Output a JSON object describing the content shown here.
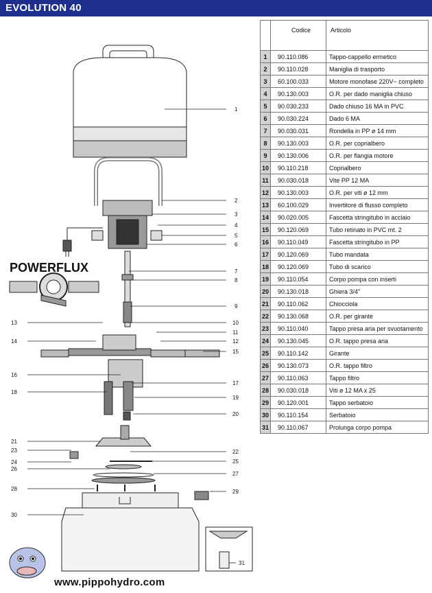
{
  "header": {
    "title": "EVOLUTION 40",
    "bg_color": "#1d2e8c"
  },
  "brand": {
    "logo_text": "POWERFLUX"
  },
  "footer": {
    "url": "www.pippohydro.com"
  },
  "table": {
    "col_code": "Codice",
    "col_article": "Articolo",
    "rows": [
      {
        "n": "1",
        "code": "90.110.086",
        "article": "Tappo-cappello ermetico"
      },
      {
        "n": "2",
        "code": "90.110.028",
        "article": "Maniglia di trasporto"
      },
      {
        "n": "3",
        "code": "60.100.033",
        "article": "Motore monofase 220V~ completo"
      },
      {
        "n": "4",
        "code": "90.130.003",
        "article": "O.R. per dado maniglia chiuso"
      },
      {
        "n": "5",
        "code": "90.030.233",
        "article": "Dado chiuso 16 MA in PVC"
      },
      {
        "n": "6",
        "code": "90.030.224",
        "article": "Dado 6 MA"
      },
      {
        "n": "7",
        "code": "90.030.031",
        "article": "Rondella in PP ø 14 mm"
      },
      {
        "n": "8",
        "code": "90.130.003",
        "article": "O.R. per coprialbero"
      },
      {
        "n": "9",
        "code": "90.130.006",
        "article": "O.R. per flangia motore"
      },
      {
        "n": "10",
        "code": "90.110.218",
        "article": "Coprialbero"
      },
      {
        "n": "11",
        "code": "90.030.018",
        "article": "Vite PP 12 MA"
      },
      {
        "n": "12",
        "code": "90.130.003",
        "article": "O.R. per viti ø 12 mm"
      },
      {
        "n": "13",
        "code": "60.100.029",
        "article": "Invertitore di flusso completo"
      },
      {
        "n": "14",
        "code": "90.020.005",
        "article": "Fascetta stringitubo in acciaio"
      },
      {
        "n": "15",
        "code": "90.120.069",
        "article": "Tubo retinato in PVC mt. 2"
      },
      {
        "n": "16",
        "code": "90.110.049",
        "article": "Fascetta stringitubo in PP"
      },
      {
        "n": "17",
        "code": "90.120.069",
        "article": "Tubo mandata"
      },
      {
        "n": "18",
        "code": "90.120.069",
        "article": "Tubo di scarico"
      },
      {
        "n": "19",
        "code": "90.110.054",
        "article": "Corpo pompa con inserti"
      },
      {
        "n": "20",
        "code": "90.130.018",
        "article": "Ghiera 3/4\""
      },
      {
        "n": "21",
        "code": "90.110.062",
        "article": "Chiocciola"
      },
      {
        "n": "22",
        "code": "90.130.068",
        "article": "O.R. per girante"
      },
      {
        "n": "23",
        "code": "90.110.040",
        "article": "Tappo presa aria per svuotamento"
      },
      {
        "n": "24",
        "code": "90.130.045",
        "article": "O.R. tappo presa aria"
      },
      {
        "n": "25",
        "code": "90.110.142",
        "article": "Girante"
      },
      {
        "n": "26",
        "code": "90.130.073",
        "article": "O.R. tappo filtro"
      },
      {
        "n": "27",
        "code": "90.110.063",
        "article": "Tappo filtro"
      },
      {
        "n": "28",
        "code": "90.030.018",
        "article": "Viti ø 12 MA x 25"
      },
      {
        "n": "29",
        "code": "90.120.001",
        "article": "Tappo serbatoio"
      },
      {
        "n": "30",
        "code": "90.110.154",
        "article": "Serbatoio"
      },
      {
        "n": "31",
        "code": "90.110.067",
        "article": "Prolunga corpo pompa"
      }
    ]
  },
  "callouts": {
    "c1": "1",
    "c2": "2",
    "c3": "3",
    "c4": "4",
    "c5": "5",
    "c6": "6",
    "c7": "7",
    "c8": "8",
    "c9": "9",
    "c10": "10",
    "c11": "11",
    "c12": "12",
    "c13": "13",
    "c14": "14",
    "c15": "15",
    "c16": "16",
    "c17": "17",
    "c18": "18",
    "c19": "19",
    "c20": "20",
    "c21": "21",
    "c22": "22",
    "c23": "23",
    "c24": "24",
    "c25": "25",
    "c26": "26",
    "c27": "27",
    "c28": "28",
    "c29": "29",
    "c30": "30",
    "c31": "31"
  }
}
